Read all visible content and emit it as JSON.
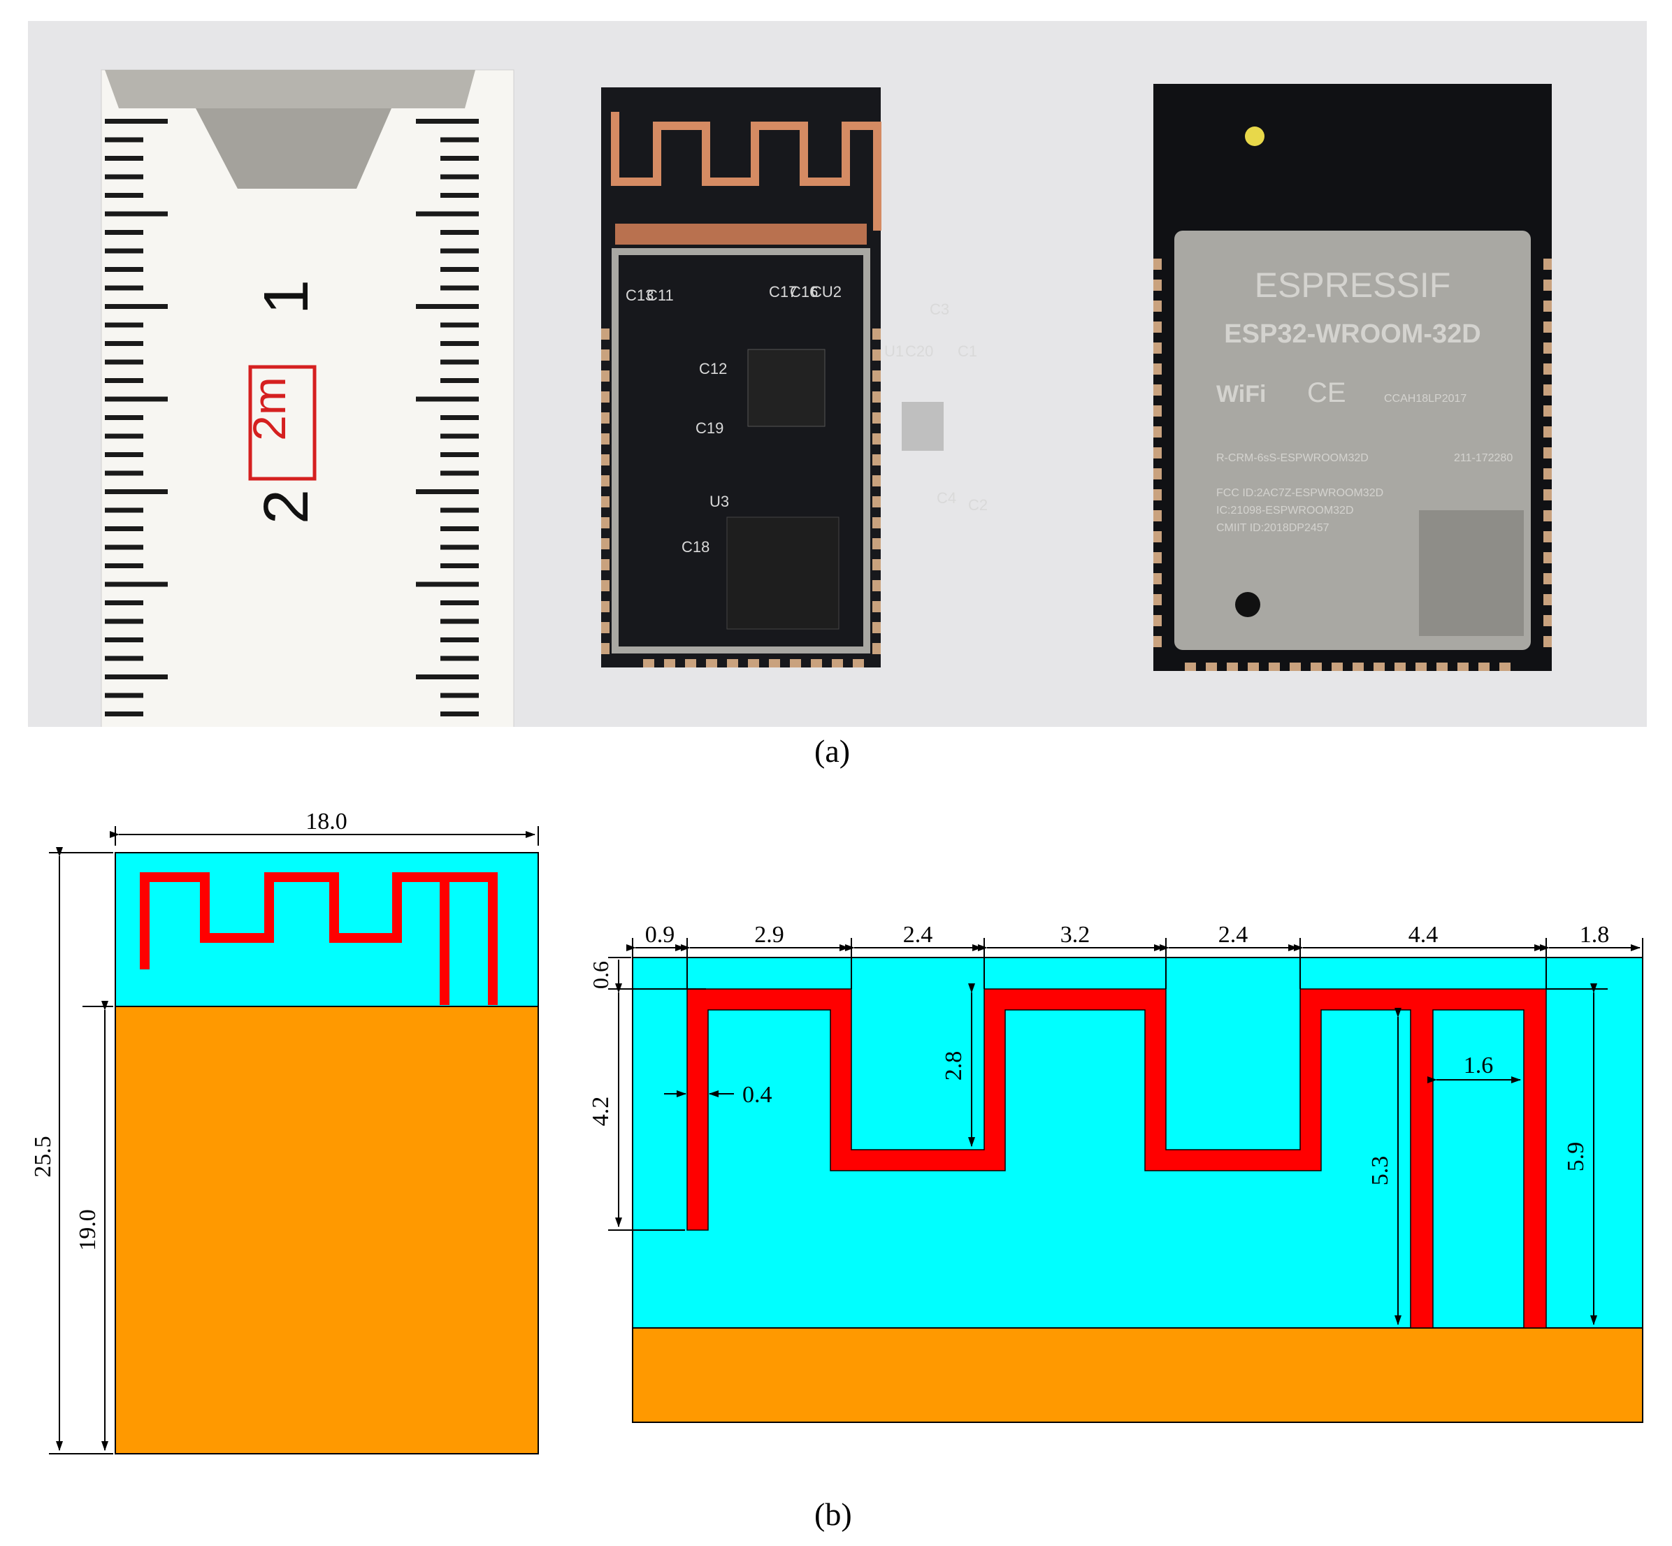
{
  "panel_a": {
    "label": "(a)",
    "ruler": {
      "mark_1": "1",
      "mark_2": "2",
      "brand_box": "2m"
    },
    "custom_module": {
      "silkscreen": [
        "C13",
        "C11",
        "C17",
        "C16",
        "CU2",
        "C12",
        "C19",
        "C18",
        "U3",
        "U1",
        "C20",
        "C2",
        "C4",
        "C3",
        "C1"
      ]
    },
    "esp_module": {
      "brand": "ESPRESSIF",
      "model": "ESP32-WROOM-32D",
      "wifi": "WiFi",
      "ce": "CE",
      "cert_1": "CCAH18LP2017",
      "kc_line": "R-CRM-6sS-ESPWROOM32D",
      "kc_code": "211-172280",
      "fcc": "FCC ID:2AC7Z-ESPWROOM32D",
      "ic": "IC:21098-ESPWROOM32D",
      "cmiit": "CMIIT ID:2018DP2457"
    }
  },
  "panel_b": {
    "label": "(b)",
    "overview": {
      "width": "18.0",
      "total_height": "25.5",
      "ground_height": "19.0"
    },
    "detail": {
      "top_segments": [
        "0.9",
        "2.9",
        "2.4",
        "3.2",
        "2.4",
        "4.4",
        "1.8"
      ],
      "top_gap": "0.6",
      "first_arm_height": "4.2",
      "trace_width": "0.4",
      "meander_depth": "2.8",
      "feed_length": "5.3",
      "feed_spacing": "1.6",
      "short_length": "5.9"
    }
  },
  "colors": {
    "substrate": "#00ffff",
    "trace": "#ff0000",
    "ground": "#ff9900",
    "pcb": "#17181c",
    "copper": "#d58b63",
    "shield": "#a9a8a3"
  }
}
